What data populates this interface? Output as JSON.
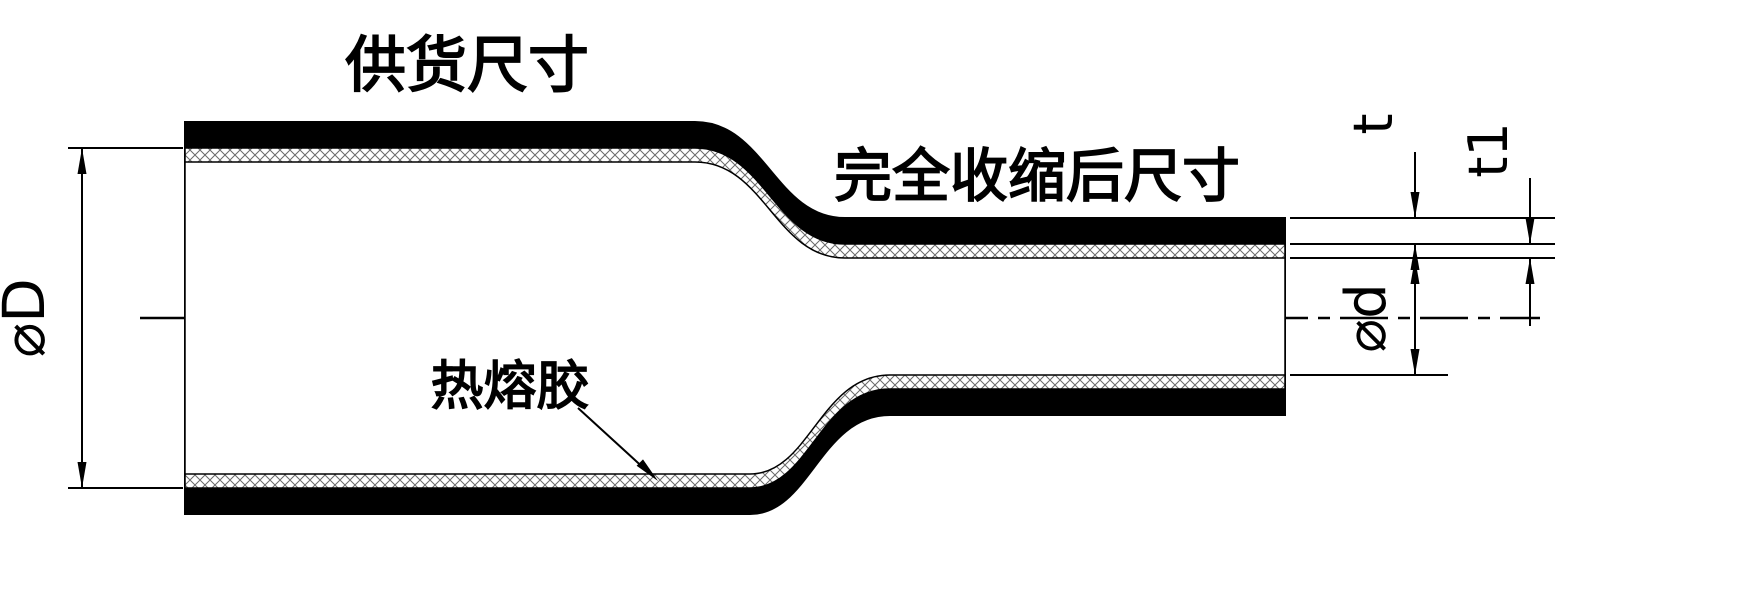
{
  "diagram": {
    "labels": {
      "supply_size": "供货尺寸",
      "fully_shrunk_size": "完全收缩后尺寸",
      "hot_melt_adhesive": "热熔胶"
    },
    "dimensions": {
      "outer_diameter": "⌀D",
      "inner_diameter": "⌀d",
      "wall_thickness": "t",
      "adhesive_thickness": "t1"
    },
    "colors": {
      "line": "#000000",
      "background": "#ffffff",
      "hatch": "#6b6b6b"
    }
  }
}
